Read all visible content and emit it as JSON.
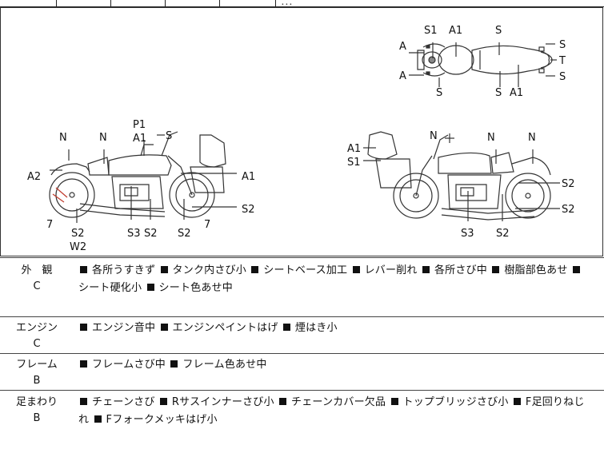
{
  "top_strip": {
    "partial_text": "．．．"
  },
  "diagram": {
    "top_view": {
      "labels": [
        "S1",
        "A1",
        "S",
        "A",
        "A",
        "S",
        "S",
        "A1",
        "S",
        "T",
        "S"
      ]
    },
    "left_view": {
      "labels": [
        "P1",
        "A1",
        "S",
        "N",
        "N",
        "A2",
        "A1",
        "7",
        "S2",
        "W2",
        "S3",
        "S2",
        "S2",
        "7",
        "S2"
      ]
    },
    "right_view": {
      "labels": [
        "N",
        "A1",
        "S1",
        "N",
        "N",
        "S2",
        "S2",
        "S3",
        "S2"
      ]
    }
  },
  "condition": [
    {
      "category": "外　観",
      "grade": "C",
      "items": [
        "各所うすきず",
        "タンク内さび小",
        "シートベース加工",
        "レバー削れ",
        "各所さび中",
        "樹脂部色あせ",
        "シート硬化小",
        "シート色あせ中"
      ]
    },
    {
      "category": "エンジン",
      "grade": "C",
      "items": [
        "エンジン音中",
        "エンジンペイントはげ",
        "煙はき小"
      ]
    },
    {
      "category": "フレーム",
      "grade": "B",
      "items": [
        "フレームさび中",
        "フレーム色あせ中"
      ]
    },
    {
      "category": "足まわり",
      "grade": "B",
      "items": [
        "チェーンさび",
        "Rサスインナーさび小",
        "チェーンカバー欠品",
        "トップブリッジさび小",
        "F足回りねじれ",
        "Fフォークメッキはげ小"
      ]
    }
  ]
}
